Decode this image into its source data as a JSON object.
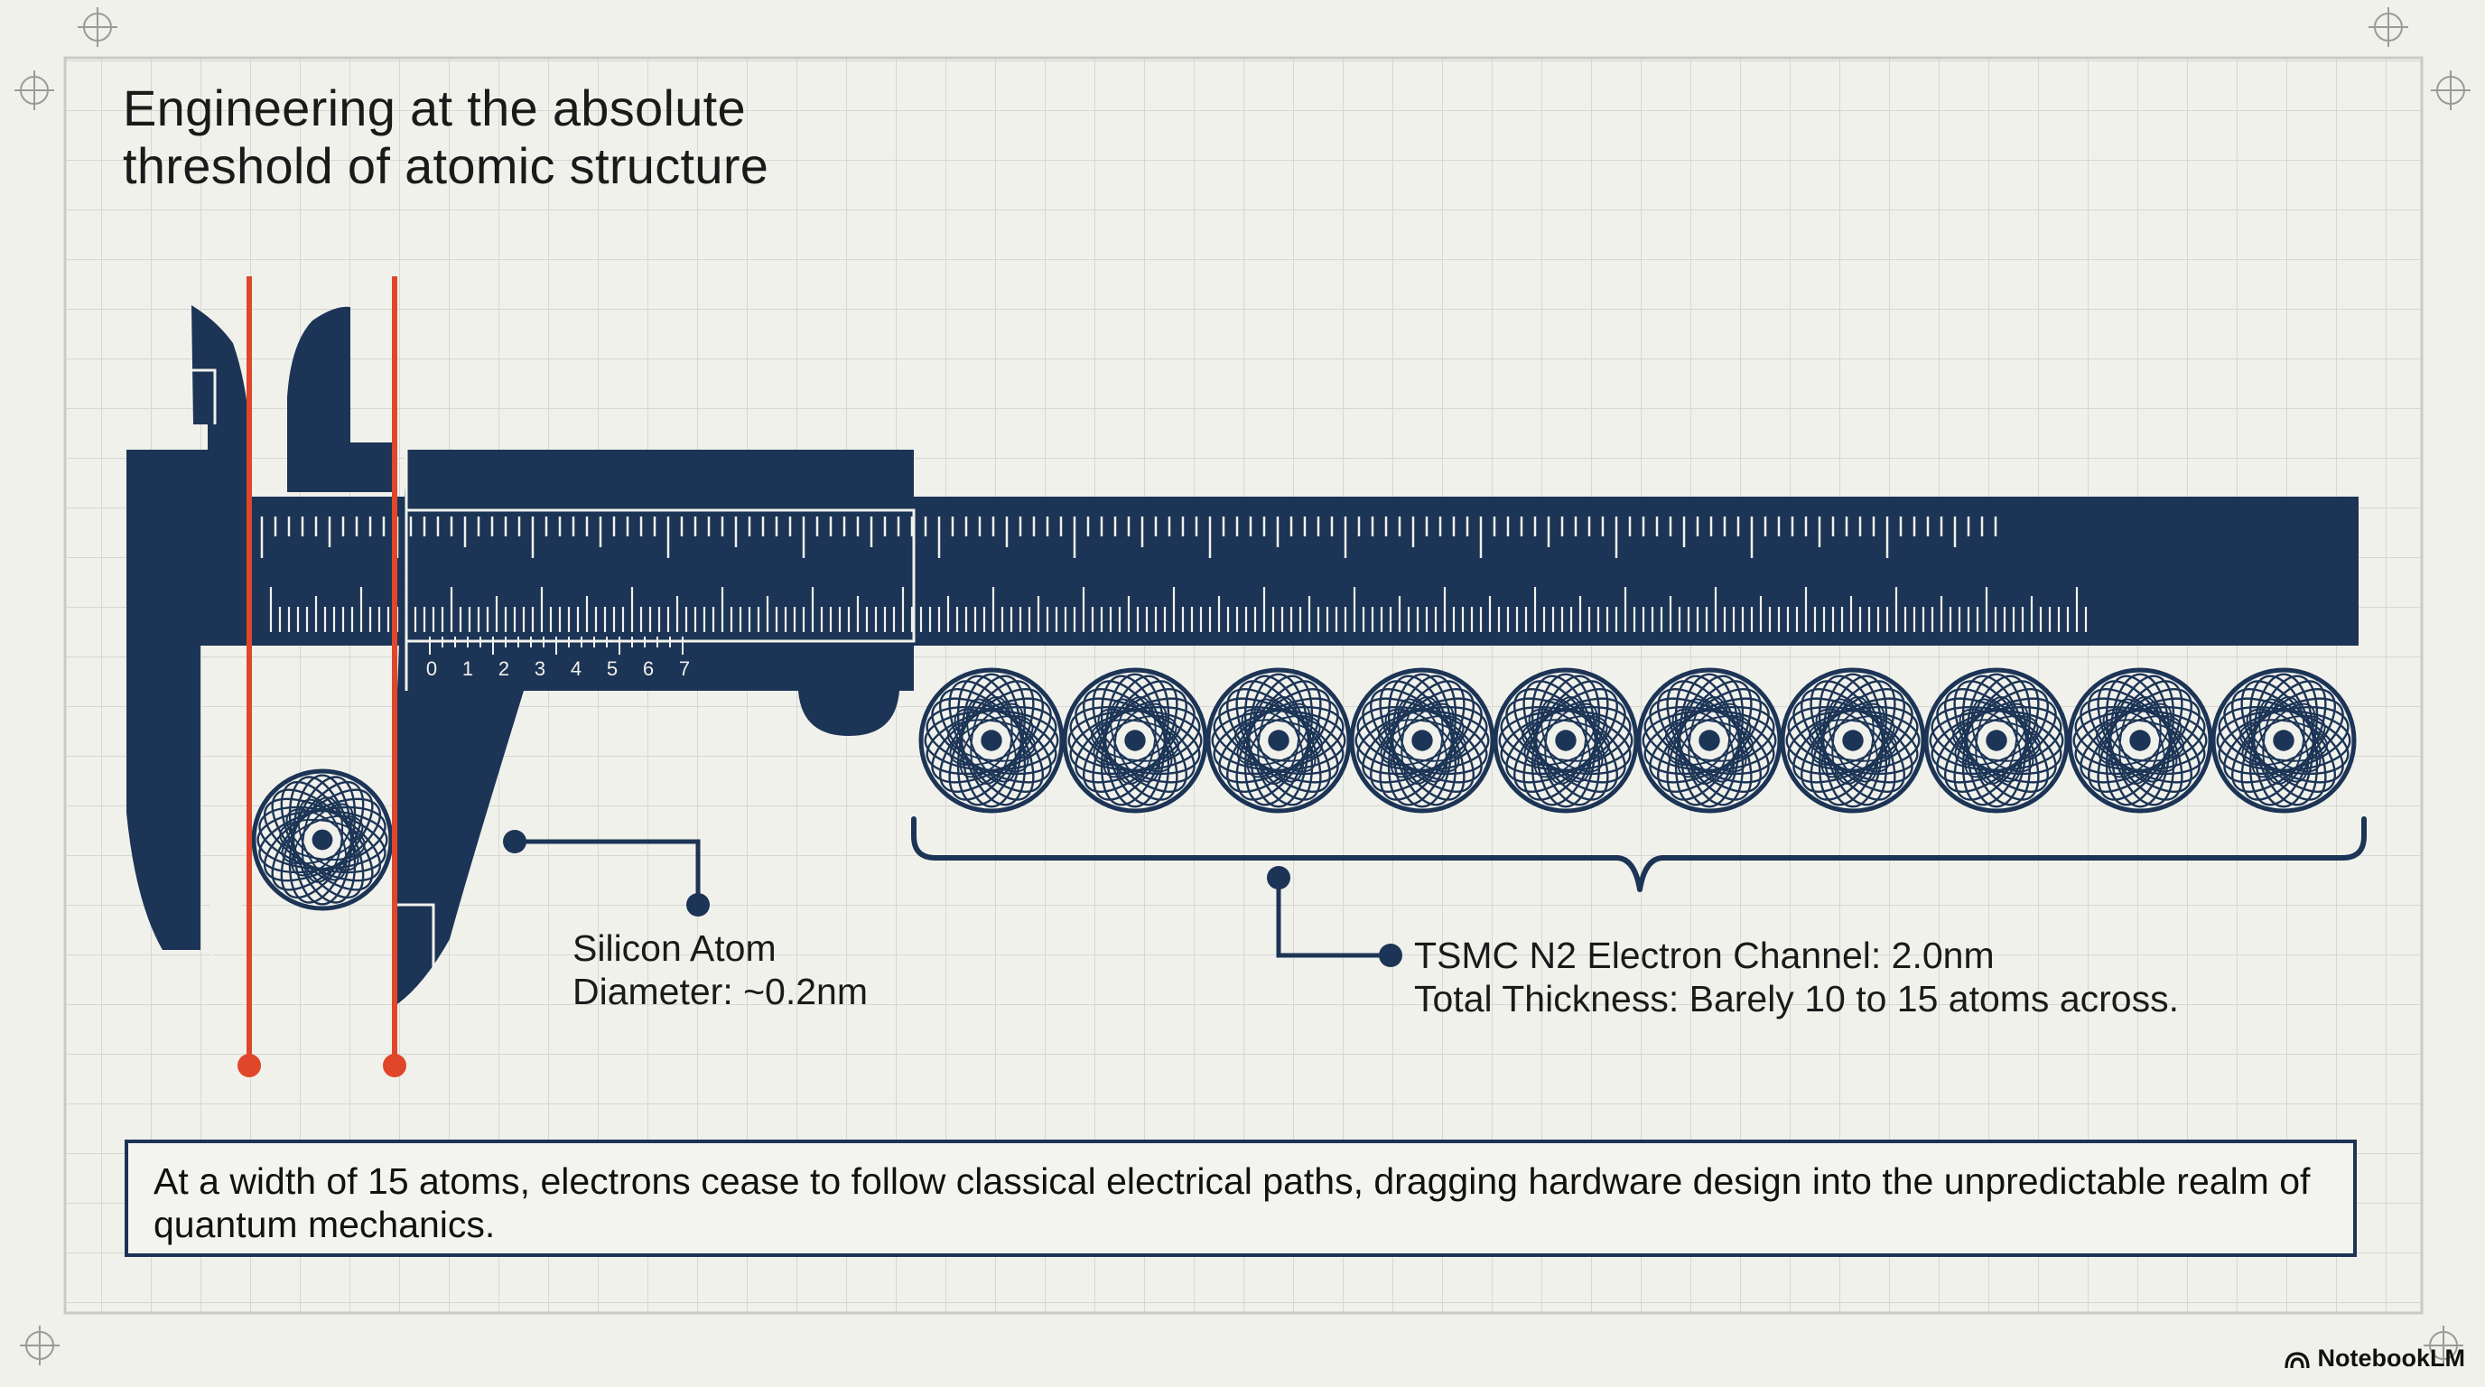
{
  "title": {
    "line1": "Engineering at the absolute",
    "line2": "threshold of atomic structure"
  },
  "caliper": {
    "vernier_scale_labels": [
      "0",
      "1",
      "2",
      "3",
      "4",
      "5",
      "6",
      "7"
    ]
  },
  "callouts": {
    "silicon_atom": {
      "line1": "Silicon Atom",
      "line2": "Diameter: ~0.2nm"
    },
    "channel": {
      "line1": "TSMC N2 Electron Channel: 2.0nm",
      "line2": "Total Thickness: Barely 10 to 15 atoms across."
    }
  },
  "channel_atom_count": 10,
  "caption": "At a width of 15 atoms, electrons cease to follow classical electrical paths, dragging hardware design into the unpredictable realm of quantum mechanics.",
  "brand": {
    "name": "NotebookLM",
    "icon": "notebooklm-logo-icon"
  },
  "colors": {
    "navy": "#1c3455",
    "red": "#e0462a",
    "background": "#f1f1ec",
    "grid": "#d9dad6"
  }
}
